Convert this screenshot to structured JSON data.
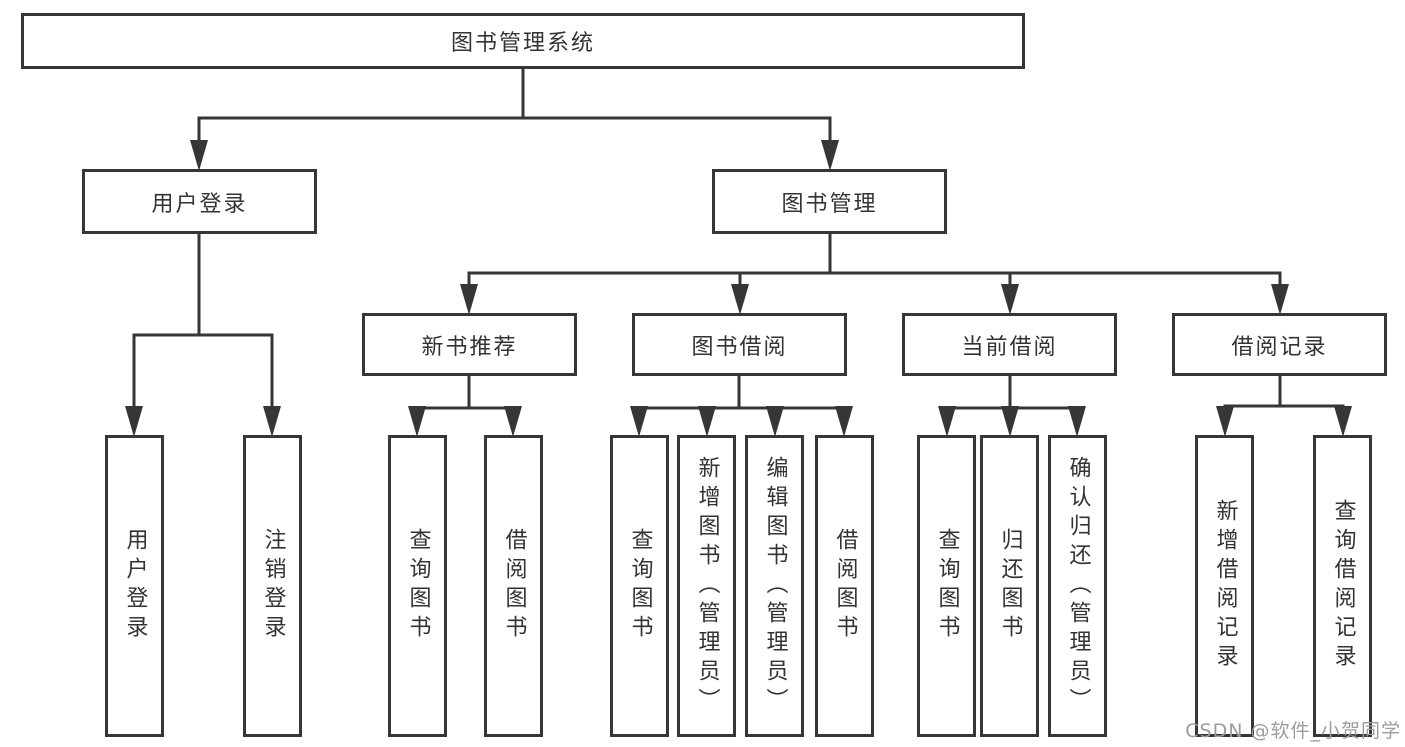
{
  "tree": {
    "root": {
      "label": "图书管理系统"
    },
    "level2": [
      {
        "label": "用户登录"
      },
      {
        "label": "图书管理"
      }
    ],
    "level3": [
      {
        "label": "新书推荐"
      },
      {
        "label": "图书借阅"
      },
      {
        "label": "当前借阅"
      },
      {
        "label": "借阅记录"
      }
    ],
    "leaves": [
      {
        "label": "用户登录"
      },
      {
        "label": "注销登录"
      },
      {
        "label": "查询图书"
      },
      {
        "label": "借阅图书"
      },
      {
        "label": "查询图书"
      },
      {
        "label": "新增图书（管理员）"
      },
      {
        "label": "编辑图书（管理员）"
      },
      {
        "label": "借阅图书"
      },
      {
        "label": "查询图书"
      },
      {
        "label": "归还图书"
      },
      {
        "label": "确认归还（管理员）"
      },
      {
        "label": "新增借阅记录"
      },
      {
        "label": "查询借阅记录"
      }
    ]
  },
  "watermark": {
    "text": "CSDN @软件_小贺同学"
  },
  "colors": {
    "line": "#363636",
    "text": "#333333",
    "watermark_text": "#9c9c9c",
    "background": "#ffffff"
  }
}
